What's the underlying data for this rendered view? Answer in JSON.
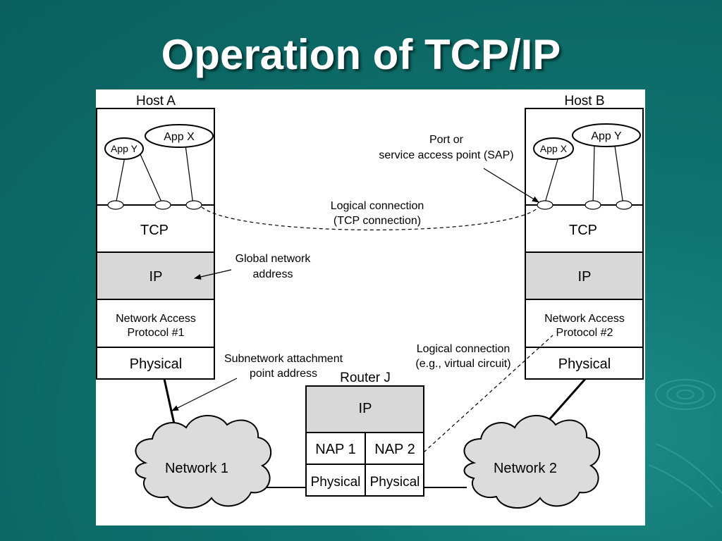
{
  "slide": {
    "title": "Operation of TCP/IP"
  },
  "colors": {
    "background": "#0f7470",
    "layer_fill": "#d8d8d8",
    "canvas": "#ffffff"
  },
  "host_a": {
    "title": "Host A",
    "apps": [
      "App Y",
      "App X"
    ],
    "layers": [
      "TCP",
      "IP",
      "Network Access",
      "Protocol #1",
      "Physical"
    ]
  },
  "host_b": {
    "title": "Host B",
    "apps": [
      "App X",
      "App Y"
    ],
    "layers": [
      "TCP",
      "IP",
      "Network Access",
      "Protocol #2",
      "Physical"
    ]
  },
  "router": {
    "title": "Router J",
    "ip": "IP",
    "nap1": "NAP 1",
    "nap2": "NAP 2",
    "phys1": "Physical",
    "phys2": "Physical"
  },
  "networks": {
    "net1": "Network 1",
    "net2": "Network 2"
  },
  "annotations": {
    "port_line1": "Port or",
    "port_line2": "service access point (SAP)",
    "logical_tcp_line1": "Logical connection",
    "logical_tcp_line2": "(TCP connection)",
    "global_line1": "Global network",
    "global_line2": "address",
    "subnet_line1": "Subnetwork attachment",
    "subnet_line2": "point address",
    "logical_vc_line1": "Logical connection",
    "logical_vc_line2": "(e.g., virtual circuit)"
  }
}
